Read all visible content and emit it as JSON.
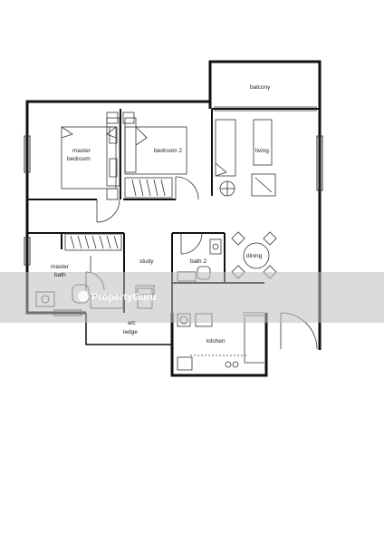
{
  "rooms": {
    "balcony": "balcony",
    "living": "living",
    "master_bedroom_line1": "master",
    "master_bedroom_line2": "bedroom",
    "bedroom2": "bedroom 2",
    "dining": "dining",
    "study": "study",
    "bath2": "bath 2",
    "master_bath_line1": "master",
    "master_bath_line2": "bath",
    "ac_ledge_line1": "a/c",
    "ac_ledge_line2": "ledge",
    "kitchen": "kitchen"
  },
  "watermark": "PropertyGuru"
}
